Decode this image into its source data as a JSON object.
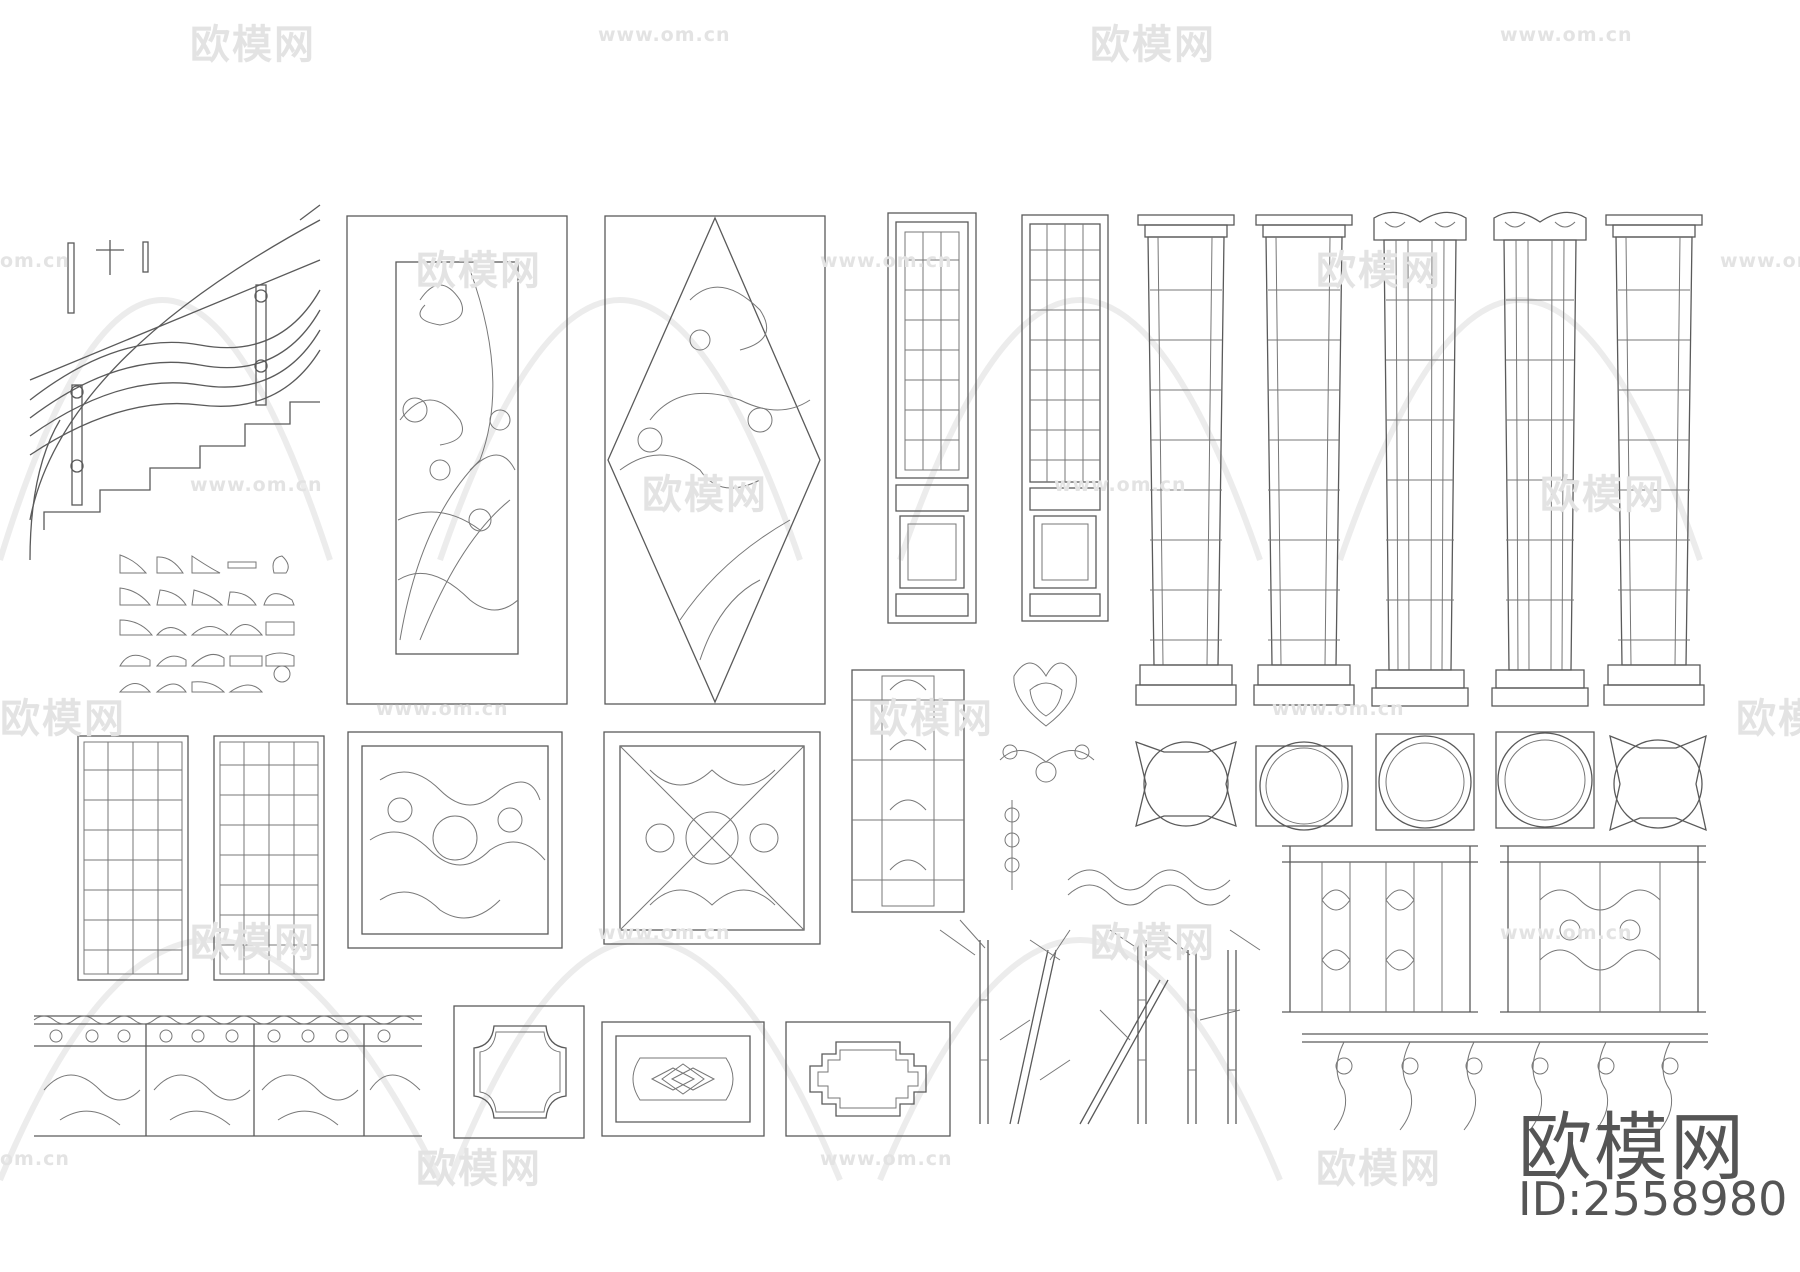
{
  "watermark": {
    "brand": "欧模网",
    "url": "www.om.cn",
    "url_fragment": "om.cn",
    "brand_fragment": "欧模网"
  },
  "logo": {
    "brand": "欧模网",
    "id_label": "ID:2558980"
  },
  "colors": {
    "line": "#5a5a5a",
    "watermark": "#e3e3e3",
    "logo": "#555555",
    "background": "#ffffff"
  }
}
